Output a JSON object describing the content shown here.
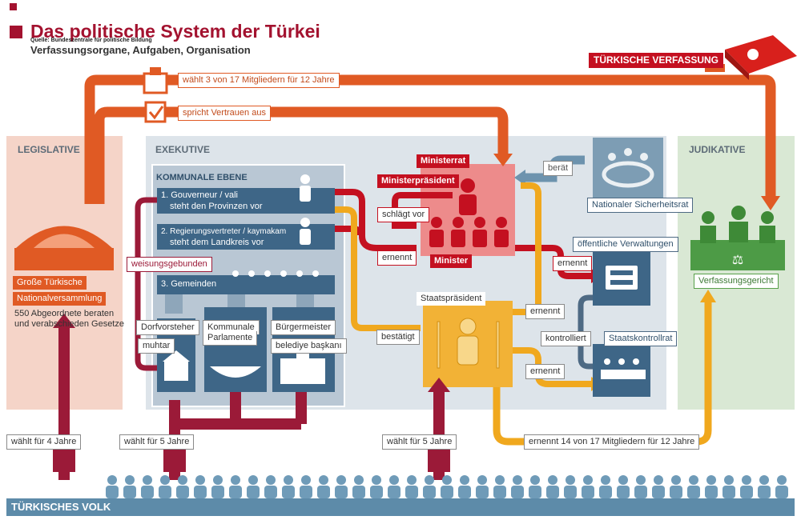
{
  "header": {
    "title": "Das politische System der Türkei",
    "source": "Quelle: Bundeszentrale für politische Bildung",
    "subtitle": "Verfassungsorgane, Aufgaben, Organisation"
  },
  "constitution_label": "TÜRKISCHE VERFASSUNG",
  "sections": {
    "legislative": "LEGISLATIVE",
    "executive": "EXEKUTIVE",
    "judicative": "JUDIKATIVE",
    "municipal": "KOMMUNALE EBENE"
  },
  "legislative": {
    "name_line1": "Große Türkische",
    "name_line2": "Nationalversammlung",
    "desc_line1": "550 Abgeordnete beraten",
    "desc_line2": "und verabschieden Gesetze"
  },
  "municipal": {
    "governor_line1": "1. Gouverneur / vali",
    "governor_line2": "steht den Provinzen vor",
    "district_line1": "2. Regierungsvertreter / kaymakam",
    "district_line2": "steht dem Landkreis vor",
    "communities": "3. Gemeinden",
    "village_head": "Dorfvorsteher",
    "village_head_tr": "muhtar",
    "parliaments_line1": "Kommunale",
    "parliaments_line2": "Parlamente",
    "mayor": "Bürgermeister",
    "mayor_tr": "belediye başkanı"
  },
  "executive": {
    "council": "Ministerrat",
    "prime_minister": "Ministerpräsident",
    "minister": "Minister",
    "president": "Staatspräsident",
    "security_council": "Nationaler Sicherheitsrat",
    "public_admin": "öffentliche Verwaltungen",
    "audit_council": "Staatskontrollrat"
  },
  "judicative": {
    "court": "Verfassungsgericht"
  },
  "people": "TÜRKISCHES VOLK",
  "relations": {
    "elects_3_of_17": "wählt 3 von 17 Mitgliedern für 12 Jahre",
    "confidence": "spricht Vertrauen aus",
    "advises": "berät",
    "proposes": "schlägt vor",
    "appoints": "ernennt",
    "bound": "weisungsgebunden",
    "confirms": "bestätigt",
    "controls": "kontrolliert",
    "appoints_14_of_17": "ernennt 14 von 17 Mitgliedern für 12 Jahre",
    "elects_4_years": "wählt für 4 Jahre",
    "elects_5_years": "wählt für 5 Jahre"
  },
  "colors": {
    "red": "#c41020",
    "orange": "#e05a24",
    "yellow": "#f0a81e",
    "maroon": "#9b1a38",
    "steel_blue": "#3f6a8c",
    "green": "#4d9b46"
  }
}
